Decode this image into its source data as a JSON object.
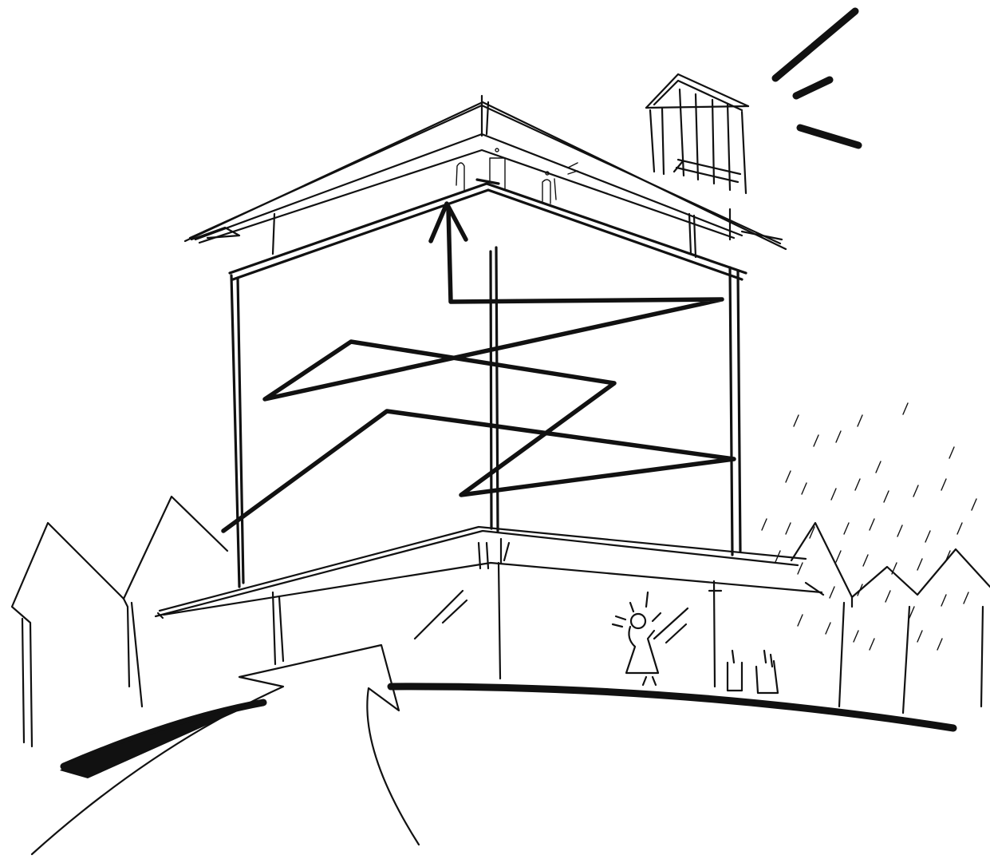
{
  "drawing": {
    "kind": "architectural-sketch",
    "ink_color": "#111111",
    "paper_color": "#ffffff",
    "subjects": [
      "building-with-spiral-circulation",
      "chimney-tower",
      "entrance-arrow",
      "neighbouring-pitched-houses",
      "rain-hatching",
      "sun-rays",
      "ground-line",
      "people-figures"
    ]
  }
}
